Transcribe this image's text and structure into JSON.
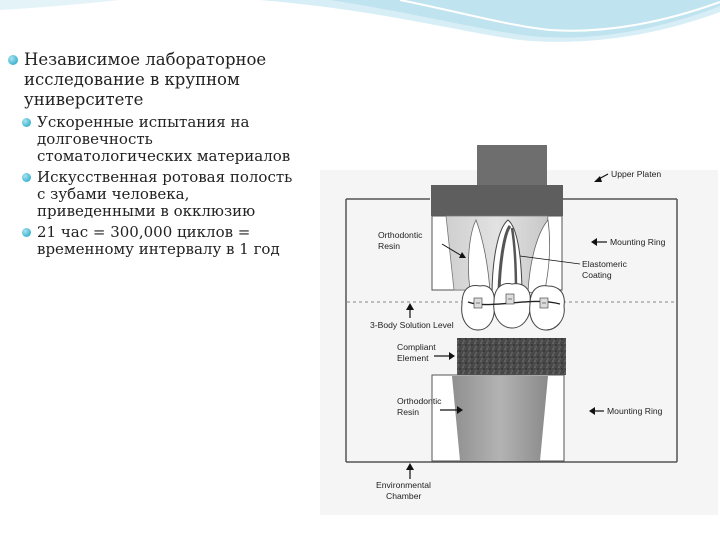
{
  "bullets": [
    {
      "text": "Независимое лабораторное\nисследование в крупном\nуниверситете",
      "children": [
        {
          "text": "Ускоренные испытания на\nдолговечность\nстоматологических материалов"
        },
        {
          "text": "Искусственная ротовая полость\nс зубами человека,\nприведенными в окклюзию"
        },
        {
          "text": "21 час = 300,000 циклов =\nвременному интервалу в 1 год"
        }
      ]
    }
  ],
  "diagram": {
    "labels": {
      "upper_platen": "Upper Platen",
      "mounting_ring_top": "Mounting Ring",
      "orthodontic_resin_top_1": "Orthodontic",
      "orthodontic_resin_top_2": "Resin",
      "elastomeric_coating_1": "Elastomeric",
      "elastomeric_coating_2": "Coating",
      "solution_level": "3-Body Solution Level",
      "compliant_element_1": "Compliant",
      "compliant_element_2": "Element",
      "orthodontic_resin_bottom_1": "Orthodontic",
      "orthodontic_resin_bottom_2": "Resin",
      "mounting_ring_bottom": "Mounting Ring",
      "environmental_chamber_1": "Environmental",
      "environmental_chamber_2": "Chamber"
    }
  },
  "colors": {
    "accent": "#3fb5cf",
    "swoosh_light": "#d7eef6"
  }
}
